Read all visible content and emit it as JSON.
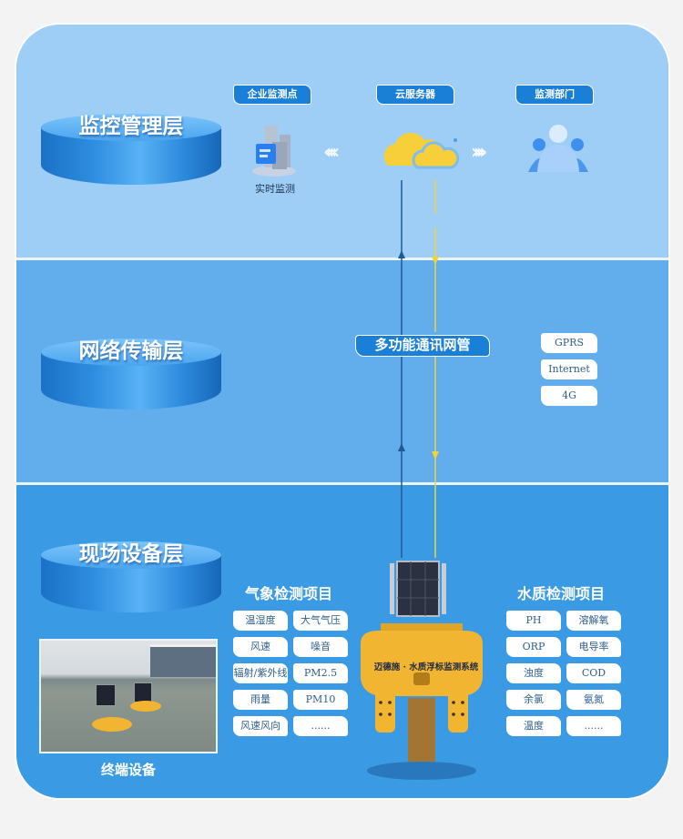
{
  "layers": {
    "management": {
      "title": "监控管理层"
    },
    "network": {
      "title": "网络传输层"
    },
    "field": {
      "title": "现场设备层"
    }
  },
  "management": {
    "nodes": [
      {
        "tag": "企业监测点",
        "caption": "实时监测",
        "icon": "building-icon"
      },
      {
        "tag": "云服务器",
        "icon": "cloud-icon"
      },
      {
        "tag": "监测部门",
        "icon": "users-icon"
      }
    ],
    "arrows_left": "‹‹‹‹",
    "arrows_right": "››››"
  },
  "network": {
    "gateway_label": "多功能通讯网管",
    "protocols": [
      "GPRS",
      "Internet",
      "4G"
    ]
  },
  "field": {
    "weather": {
      "title": "气象检测项目",
      "items": [
        "温湿度",
        "大气气压",
        "风速",
        "噪音",
        "辐射/紫外线",
        "PM2.5",
        "雨量",
        "PM10",
        "风速风向",
        "......"
      ]
    },
    "water": {
      "title": "水质检测项目",
      "items": [
        "PH",
        "溶解氧",
        "ORP",
        "电导率",
        "浊度",
        "COD",
        "余氯",
        "氨氮",
        "温度",
        "......"
      ]
    },
    "buoy_label": "迈德施 · 水质浮标监测系统",
    "photo_caption": "终端设备"
  },
  "colors": {
    "layer1": "#9ecdf5",
    "layer2": "#62adeb",
    "layer3": "#3a9ae4",
    "tag_blue": "#1a7fd6",
    "uplink": "#1f5a95",
    "downlink": "#f3d23a",
    "buoy": "#f2b531"
  }
}
